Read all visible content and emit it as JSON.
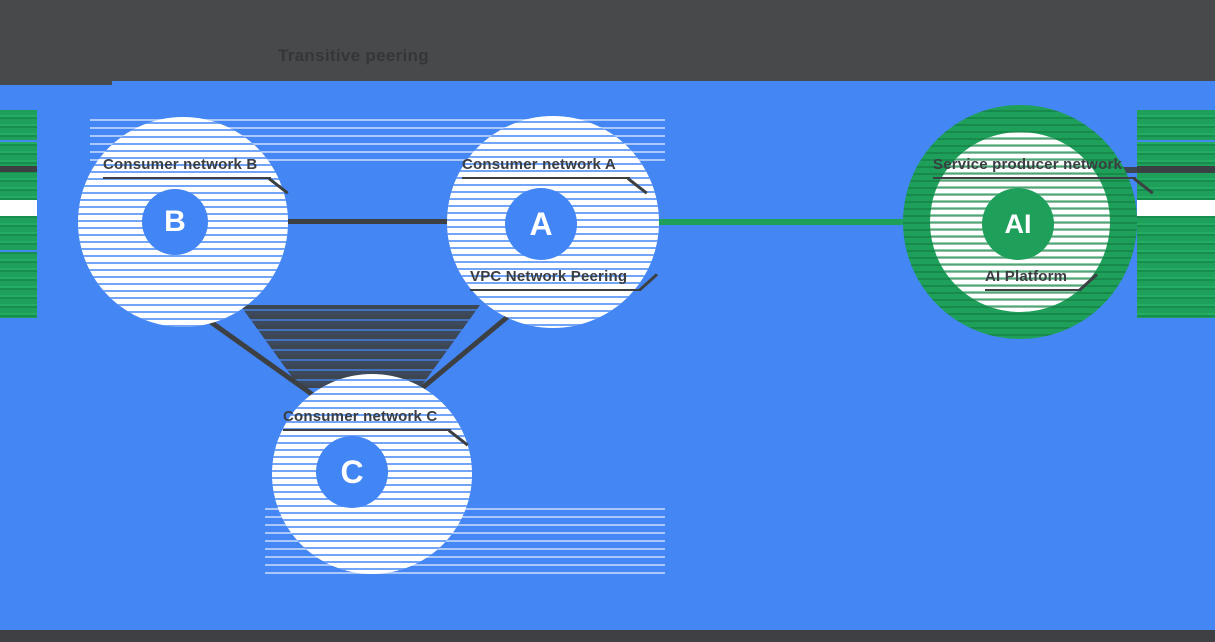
{
  "diagram": {
    "title": "Transitive peering",
    "nodes": {
      "b": {
        "letter": "B",
        "label": "Consumer network B"
      },
      "a": {
        "letter": "A",
        "label": "Consumer network A"
      },
      "c": {
        "letter": "C",
        "label": "Consumer network C"
      },
      "ai": {
        "letter": "AI",
        "label": "Service producer network",
        "sublabel": "AI Platform"
      }
    },
    "connections": {
      "a_ai_label": "VPC Network Peering",
      "peered_links": [
        "B-A",
        "B-C",
        "A-C",
        "A-AI"
      ]
    },
    "colors": {
      "background_blue": "#4486F4",
      "node_blue": "#4285F4",
      "producer_green": "#1FA05A",
      "line_dark": "#3C4043",
      "top_band": "#48494B",
      "bottom_band": "#3F4043",
      "white": "#FFFFFF"
    }
  }
}
